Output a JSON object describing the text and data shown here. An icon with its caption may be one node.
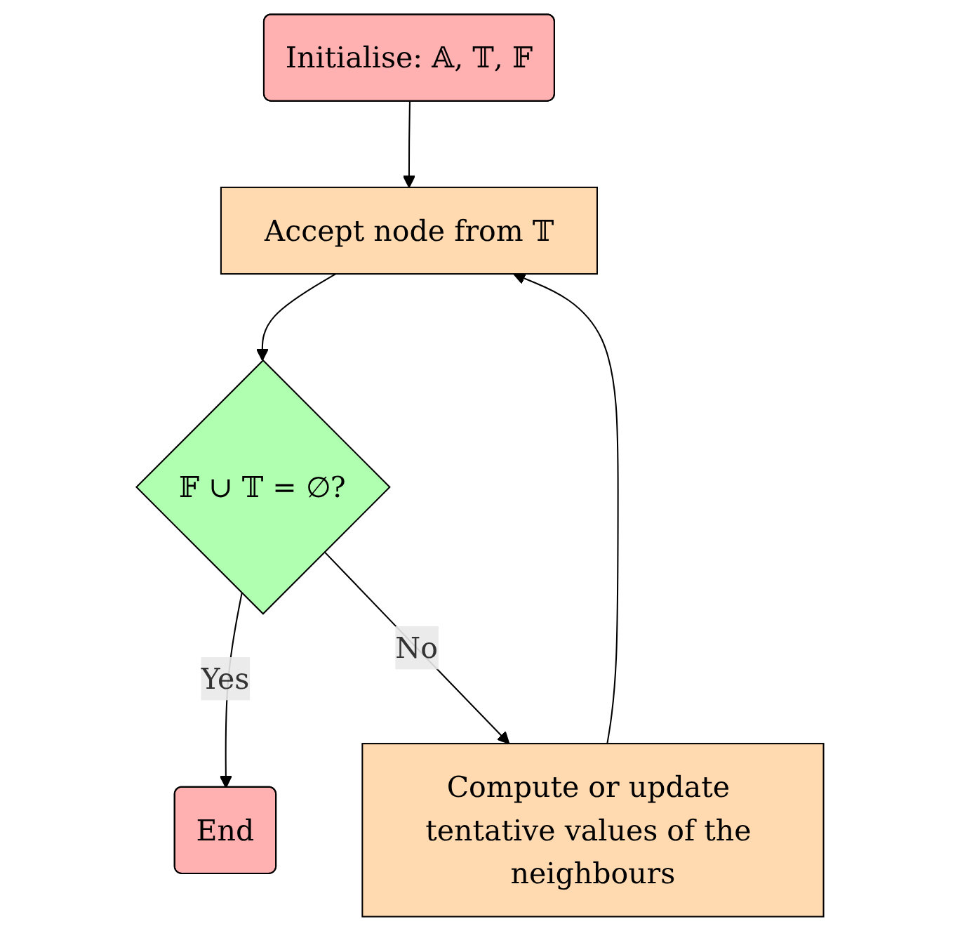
{
  "diagram": {
    "nodes": [
      {
        "text": [
          "Initialise: 𝔸, 𝕋, 𝔽"
        ]
      },
      {
        "text": [
          "Accept node from 𝕋"
        ]
      },
      {
        "text": [
          "𝔽 ∪ 𝕋 = ∅?"
        ]
      },
      {
        "text": [
          "End"
        ]
      },
      {
        "text": [
          "Compute or update tentative values of the neighbours"
        ]
      }
    ],
    "edges": [
      {
        "from": 0,
        "to": 1,
        "arrow": "to"
      },
      {
        "from": 1,
        "to": 2,
        "arrow": "to"
      },
      {
        "from": 2,
        "to": 3,
        "arrow": "to",
        "label": "Yes"
      },
      {
        "from": 2,
        "to": 4,
        "arrow": "to",
        "label": "No"
      },
      {
        "from": 4,
        "to": 1,
        "arrow": "to"
      }
    ]
  }
}
